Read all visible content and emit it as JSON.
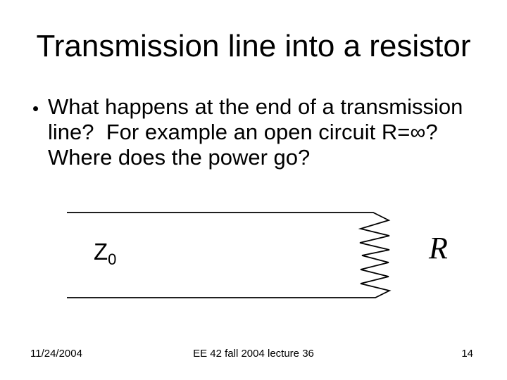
{
  "title": "Transmission line into a resistor",
  "bullet": {
    "marker": "•",
    "lines": [
      "What happens at the end of a transmission",
      "line?  For example an open circuit R=∞?",
      "Where does the power go?"
    ]
  },
  "diagram": {
    "z_label": "Z",
    "z_subscript": "0",
    "r_label": "R"
  },
  "footer": {
    "date": "11/24/2004",
    "center": "EE 42 fall 2004 lecture 36",
    "page": "14"
  },
  "colors": {
    "background": "#ffffff",
    "ink": "#000000"
  }
}
